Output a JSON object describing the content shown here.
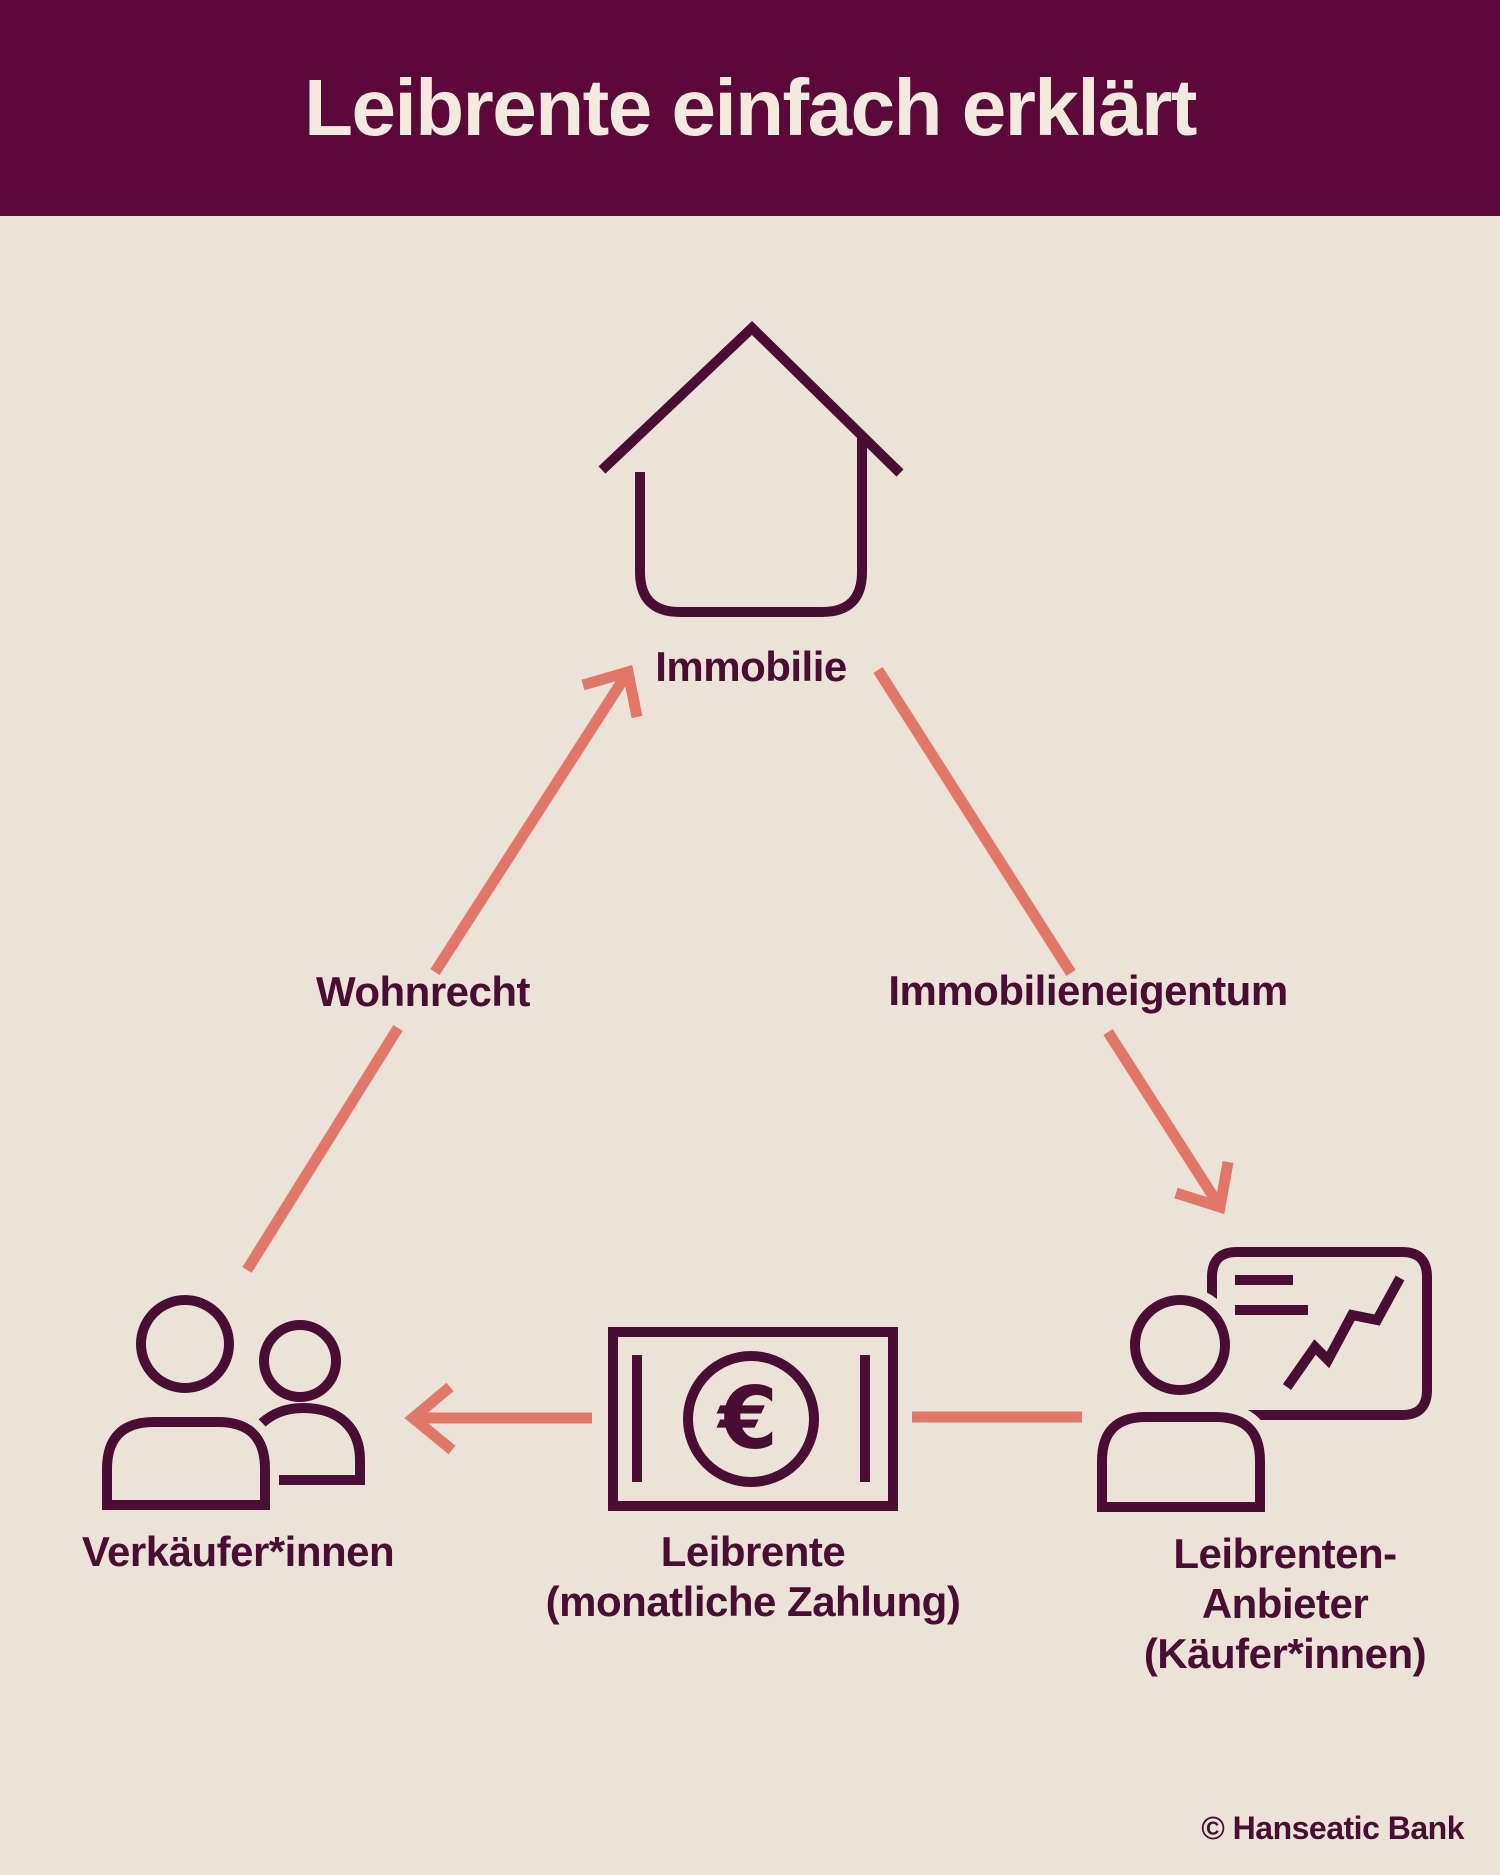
{
  "header": {
    "title": "Leibrente einfach erklärt"
  },
  "colors": {
    "header_bg": "#5C0839",
    "page_bg": "#EBE3D8",
    "ink": "#4A0D33",
    "accent": "#E27767",
    "title_text": "#F2EADF"
  },
  "diagram": {
    "nodes": {
      "immobilie": {
        "label": "Immobilie",
        "icon": "house-icon"
      },
      "verkaeufer": {
        "label": "Verkäufer*innen",
        "icon": "two-people-icon"
      },
      "leibrente": {
        "label_line1": "Leibrente",
        "label_line2": "(monatliche Zahlung)",
        "icon": "euro-banknote-icon",
        "euro_symbol": "€"
      },
      "anbieter": {
        "label_line1": "Leibrenten-",
        "label_line2": "Anbieter",
        "label_line3": "(Käufer*innen)",
        "icon": "presenter-with-chart-icon"
      }
    },
    "edges": {
      "wohnrecht": {
        "label": "Wohnrecht",
        "from": "Verkäufer*innen",
        "to": "Immobilie"
      },
      "immobilieneigentum": {
        "label": "Immobilieneigentum",
        "from": "Immobilie",
        "to": "Leibrenten-Anbieter (Käufer*innen)"
      },
      "zahlung": {
        "from": "Leibrenten-Anbieter (Käufer*innen)",
        "to": "Verkäufer*innen"
      }
    }
  },
  "footer": {
    "credit": "© Hanseatic Bank"
  }
}
